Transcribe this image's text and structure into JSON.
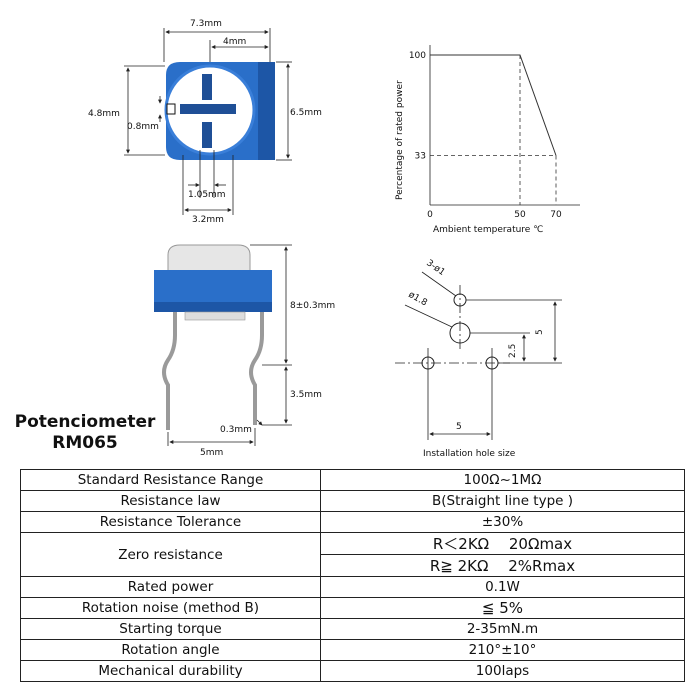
{
  "top_view": {
    "width_label": "7.3mm",
    "inner_width_label": "4mm",
    "height_label": "4.8mm",
    "slot_label": "0.8mm",
    "right_height_label": "6.5mm",
    "bottom_inner_label": "1.05mm",
    "bottom_width_label": "3.2mm",
    "body_color": "#2a6fc9"
  },
  "derating_chart": {
    "ylabel": "Percentage of rated power",
    "xlabel": "Ambient temperature ℃",
    "y_ticks": [
      "100",
      "33"
    ],
    "x_ticks": [
      "0",
      "50",
      "70"
    ]
  },
  "chart_data": {
    "type": "line",
    "xlabel": "Ambient temperature ℃",
    "ylabel": "Percentage of rated power",
    "series": [
      {
        "x": [
          0,
          50,
          70
        ],
        "y": [
          100,
          100,
          33
        ]
      }
    ]
  },
  "side_view": {
    "height_label": "8±0.3mm",
    "pin_length_label": "3.5mm",
    "pin_thickness_label": "0.3mm",
    "pin_spacing_label": "5mm"
  },
  "hole_view": {
    "hole_small_label": "3-ø1",
    "hole_big_label": "ø1.8",
    "vertical_label": "5",
    "mid_label": "2.5",
    "horizontal_label": "5",
    "caption": "Installation hole size"
  },
  "product": {
    "name_line1": "Potenciometer",
    "name_line2": "RM065"
  },
  "specs": [
    {
      "param": "Standard Resistance Range",
      "value": "100Ω~1MΩ"
    },
    {
      "param": "Resistance law",
      "value": "B(Straight line type )"
    },
    {
      "param": "Resistance Tolerance",
      "value": "±30%"
    },
    {
      "param": "Zero resistance",
      "value": "R＜2KΩ　 20Ωmax",
      "value2": "R≧ 2KΩ　 2%Rmax"
    },
    {
      "param": "Rated power",
      "value": "0.1W"
    },
    {
      "param": "Rotation noise (method B)",
      "value": "≦ 5%"
    },
    {
      "param": "Starting torque",
      "value": "2-35mN.m"
    },
    {
      "param": "Rotation angle",
      "value": "210°±10°"
    },
    {
      "param": "Mechanical durability",
      "value": "100laps"
    }
  ]
}
